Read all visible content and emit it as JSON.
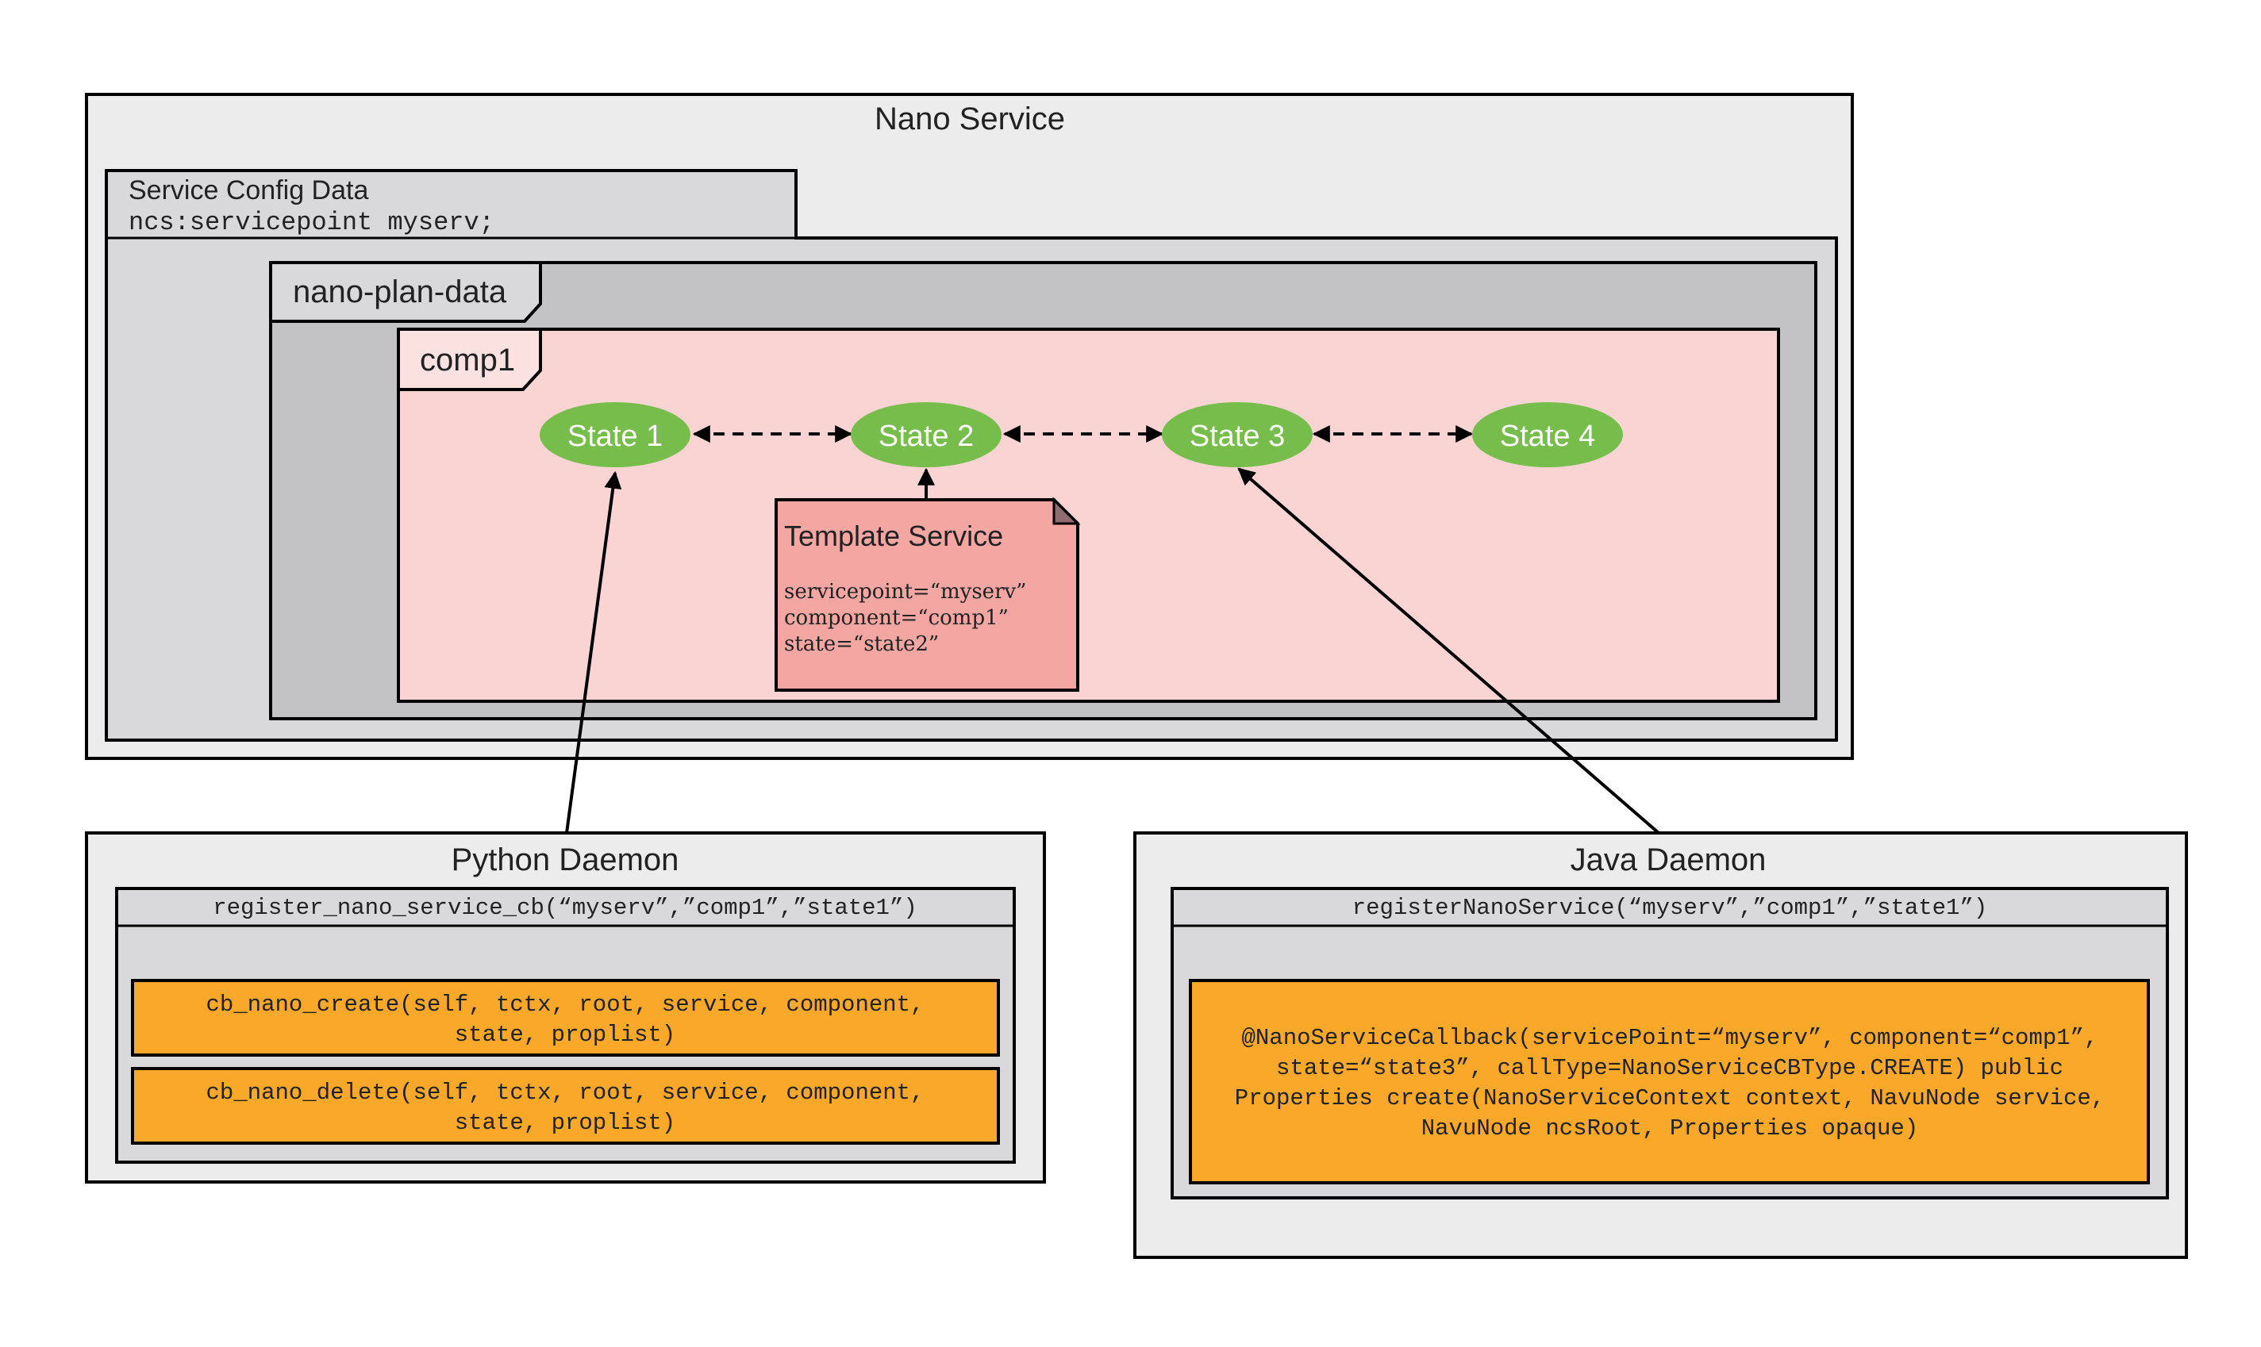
{
  "colors": {
    "outer_bg": "#ececec",
    "config_bg": "#d9d9db",
    "plan_bg": "#c3c3c5",
    "comp_bg": "#f9d4d2",
    "state_fill": "#76bd4b",
    "note_fill": "#f4a6a3",
    "callback_fill": "#f9a82a",
    "stroke": "#000000"
  },
  "nano_service": {
    "title": "Nano Service",
    "config": {
      "title": "Service Config Data",
      "code": "ncs:servicepoint myserv;"
    },
    "plan_data": {
      "label": "nano-plan-data"
    },
    "component": {
      "label": "comp1",
      "states": [
        "State 1",
        "State 2",
        "State 3",
        "State 4"
      ]
    },
    "template": {
      "title": "Template Service",
      "lines": [
        "servicepoint=“myserv”",
        "component=“comp1”",
        "state=“state2”"
      ]
    }
  },
  "python_daemon": {
    "title": "Python Daemon",
    "register": "register_nano_service_cb(“myserv”,”comp1”,”state1”)",
    "callbacks": [
      {
        "line1": "cb_nano_create(self, tctx, root, service, component,",
        "line2": "state, proplist)"
      },
      {
        "line1": "cb_nano_delete(self, tctx, root, service, component,",
        "line2": "state, proplist)"
      }
    ]
  },
  "java_daemon": {
    "title": "Java Daemon",
    "register": "registerNanoService(“myserv”,”comp1”,”state1”)",
    "callback_lines": [
      "@NanoServiceCallback(servicePoint=“myserv”, component=“comp1”,",
      "state=“state3”, callType=NanoServiceCBType.CREATE) public",
      "Properties create(NanoServiceContext context, NavuNode service,",
      "NavuNode ncsRoot, Properties opaque)"
    ]
  }
}
